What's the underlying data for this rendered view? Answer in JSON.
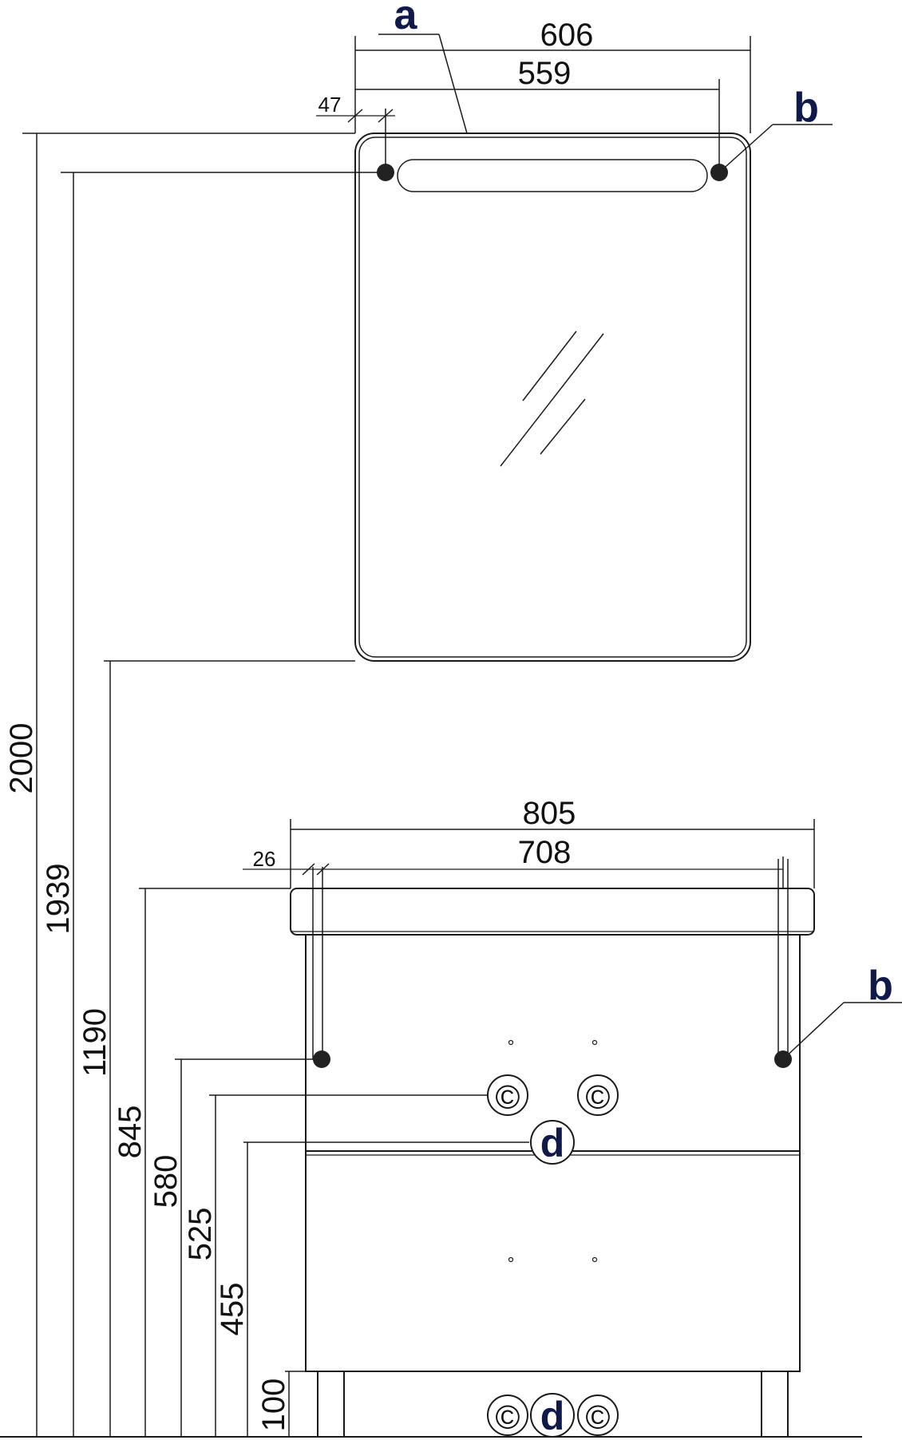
{
  "widths": {
    "mirror_outer": "606",
    "mirror_holes": "559",
    "mirror_offset": "47",
    "cabinet_outer": "805",
    "cabinet_holes": "708",
    "cabinet_offset": "26"
  },
  "heights": {
    "total": "2000",
    "mirror_holes": "1939",
    "mirror_bottom": "1190",
    "cabinet_top": "845",
    "cabinet_holes": "580",
    "water_inlets": "525",
    "drain_upper": "455",
    "legs": "100"
  },
  "labels": {
    "a": "a",
    "b_mirror": "b",
    "b_cabinet": "b",
    "d_upper": "d",
    "d_lower": "d"
  },
  "symbols": {
    "water_connection": "©"
  },
  "colors": {
    "line": "#1a1a1a",
    "label": "#0f1a4a",
    "mount_point": "#222222"
  }
}
